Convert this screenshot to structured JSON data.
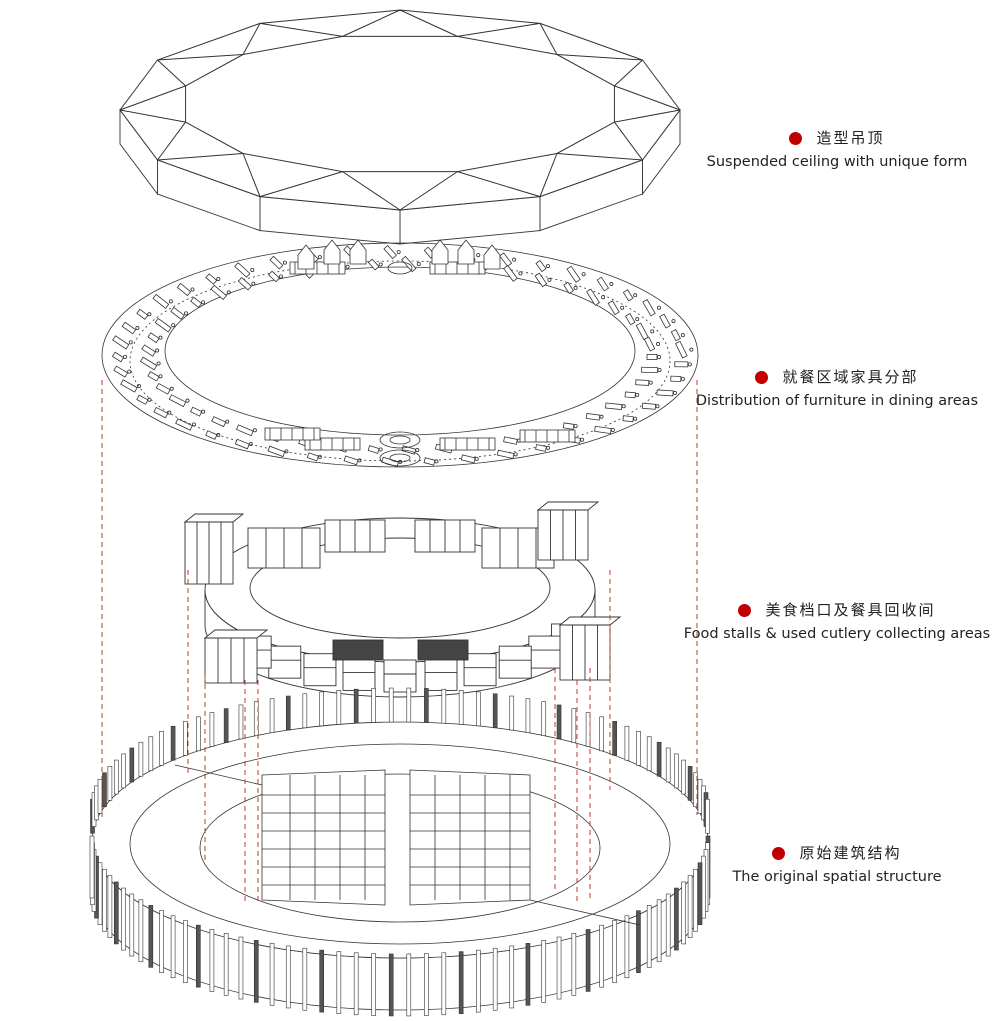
{
  "colors": {
    "accent_dot": "#c00000",
    "leader_line": "#c0392b",
    "line_art": "#333333",
    "background": "#ffffff"
  },
  "layers": [
    {
      "zh": "造型吊顶",
      "en": "Suspended ceiling with unique form"
    },
    {
      "zh": "就餐区域家具分部",
      "en": "Distribution of furniture in dining areas"
    },
    {
      "zh": "美食档口及餐具回收间",
      "en": "Food stalls & used cutlery collecting areas"
    },
    {
      "zh": "原始建筑结构",
      "en": "The original spatial structure"
    }
  ]
}
